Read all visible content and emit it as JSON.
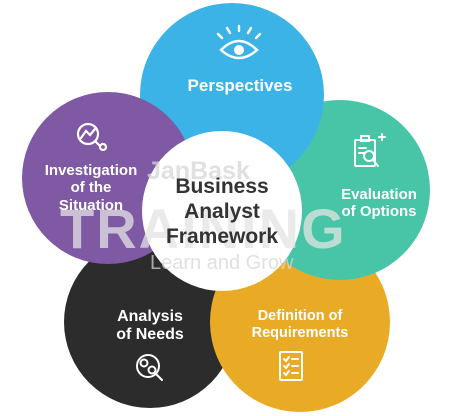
{
  "center": {
    "line1": "Business",
    "line2": "Analyst",
    "line3": "Framework"
  },
  "segments": [
    {
      "id": "perspectives",
      "lines": [
        "Perspectives"
      ],
      "color": "#3bb3e6",
      "icon": "eye-icon"
    },
    {
      "id": "evaluation",
      "lines": [
        "Evaluation",
        "of Options"
      ],
      "color": "#48c5a6",
      "icon": "clipboard-magnifier-icon"
    },
    {
      "id": "definition",
      "lines": [
        "Definition of",
        "Requirements"
      ],
      "color": "#e9ab25",
      "icon": "checklist-icon"
    },
    {
      "id": "analysis",
      "lines": [
        "Analysis",
        "of Needs"
      ],
      "color": "#2c2c2c",
      "icon": "gears-icon"
    },
    {
      "id": "investigation",
      "lines": [
        "Investigation",
        "of the",
        "Situation"
      ],
      "color": "#8059a4",
      "icon": "magnifier-chart-icon"
    }
  ],
  "watermark": {
    "brand": "JanBask",
    "line2": "TRAINING",
    "tagline": "Learn and Grow"
  }
}
